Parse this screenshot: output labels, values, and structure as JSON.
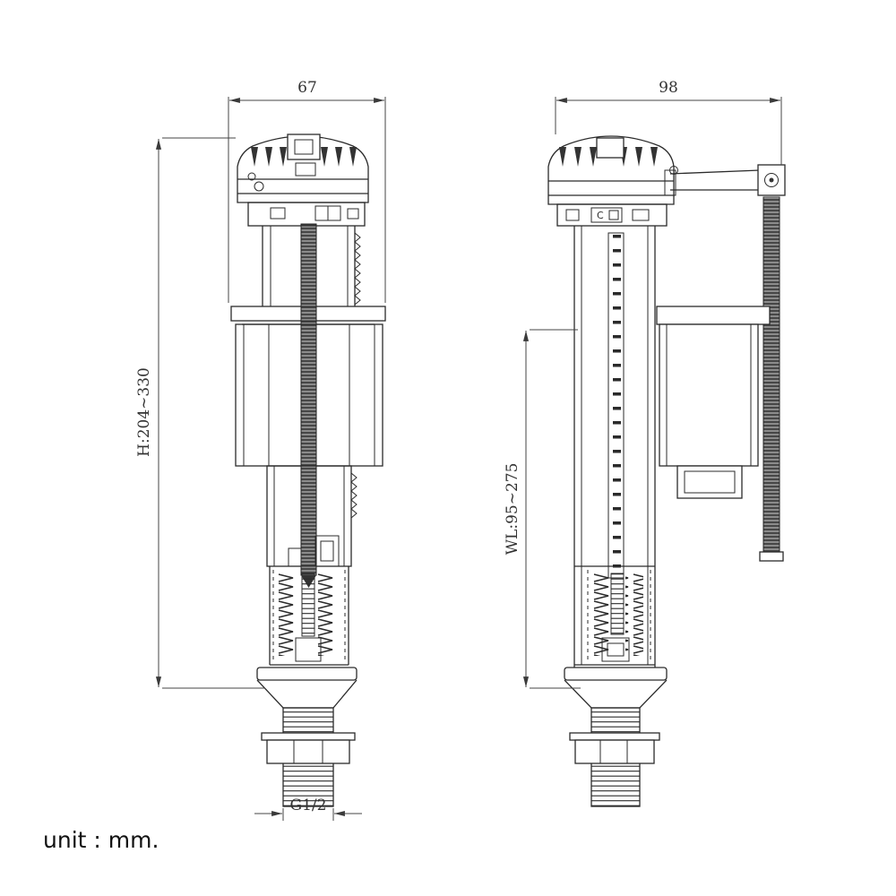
{
  "unit_note": "unit : mm.",
  "dimensions": {
    "front_width": "67",
    "side_width": "98",
    "height_range": "H:204~330",
    "water_level_range": "WL:95~275",
    "thread_size": "G1/2"
  },
  "markings": {
    "cap_port_label": "C"
  },
  "colors": {
    "line": "#2b2b2b",
    "dimension_text": "#333333",
    "background": "#ffffff"
  }
}
